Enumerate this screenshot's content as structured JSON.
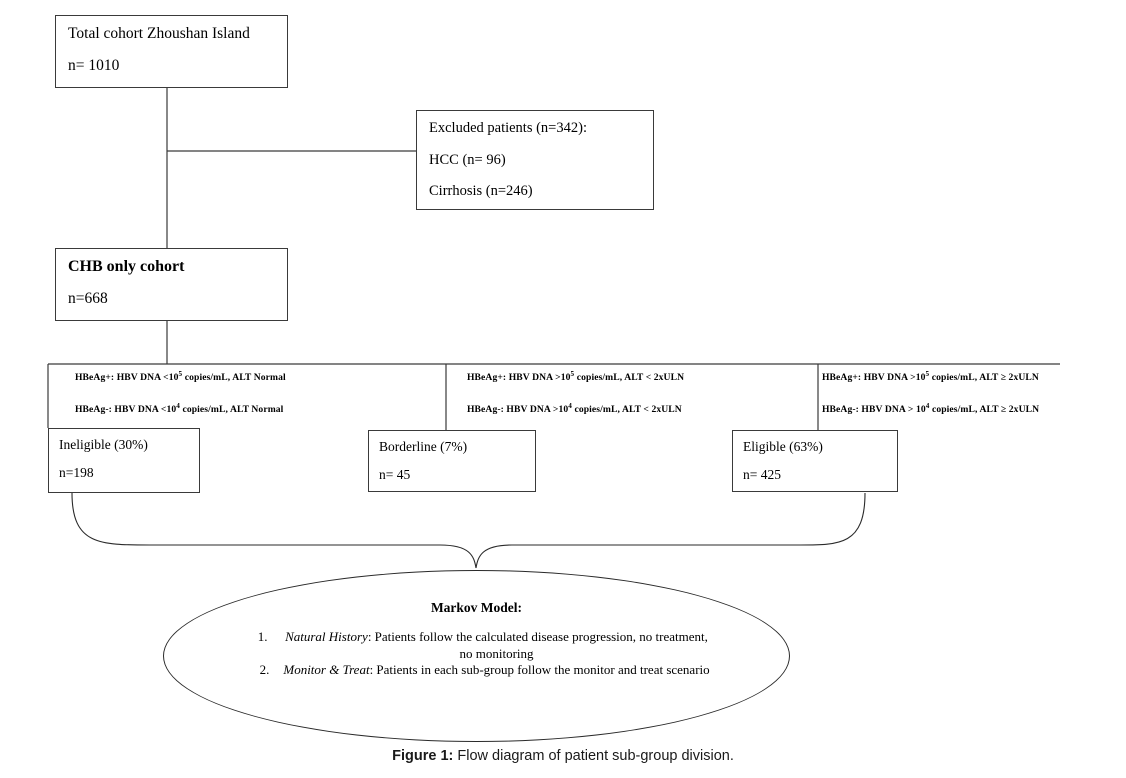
{
  "figure": {
    "caption_label": "Figure 1:",
    "caption_text": "Flow diagram of patient sub-group division."
  },
  "nodes": {
    "total_cohort": {
      "title": "Total cohort Zhoushan Island",
      "count": "n= 1010"
    },
    "excluded": {
      "title": "Excluded  patients (n=342):",
      "item1": "HCC  (n= 96)",
      "item2": "Cirrhosis (n=246)"
    },
    "chb_cohort": {
      "title": "CHB only cohort",
      "count": "n=668"
    },
    "ineligible": {
      "title": "Ineligible (30%)",
      "count": "n=198"
    },
    "borderline": {
      "title": "Borderline (7%)",
      "count": "n= 45"
    },
    "eligible": {
      "title": "Eligible  (63%)",
      "count": "n= 425"
    }
  },
  "criteria": {
    "ineligible": {
      "hbeag_pos_pre": "HBeAg+: HBV DNA <10",
      "hbeag_pos_exp": "5",
      "hbeag_pos_post": " copies/mL, ALT Normal",
      "hbeag_neg_pre": "HBeAg-: HBV DNA <10",
      "hbeag_neg_exp": "4",
      "hbeag_neg_post": " copies/mL, ALT Normal"
    },
    "borderline": {
      "hbeag_pos_pre": "HBeAg+: HBV DNA >10",
      "hbeag_pos_exp": "5",
      "hbeag_pos_post": " copies/mL, ALT < 2xULN",
      "hbeag_neg_pre": "HBeAg-: HBV DNA >10",
      "hbeag_neg_exp": "4",
      "hbeag_neg_post": " copies/mL, ALT < 2xULN"
    },
    "eligible": {
      "hbeag_pos_pre": "HBeAg+: HBV DNA >10",
      "hbeag_pos_exp": "5",
      "hbeag_pos_post": " copies/mL, ALT ≥ 2xULN",
      "hbeag_neg_pre": "HBeAg-: HBV DNA > 10",
      "hbeag_neg_exp": "4",
      "hbeag_neg_post": " copies/mL, ALT ≥ 2xULN"
    }
  },
  "markov": {
    "title": "Markov Model:",
    "items": [
      {
        "number": "1.",
        "scenario": "Natural History",
        "text": ": Patients follow the calculated disease progression, no treatment, no monitoring"
      },
      {
        "number": "2.",
        "scenario": "Monitor & Treat",
        "text": ": Patients in each sub-group  follow  the monitor and treat scenario"
      }
    ]
  },
  "colors": {
    "line": "#3a3a3a",
    "text": "#000000",
    "background": "#ffffff"
  }
}
